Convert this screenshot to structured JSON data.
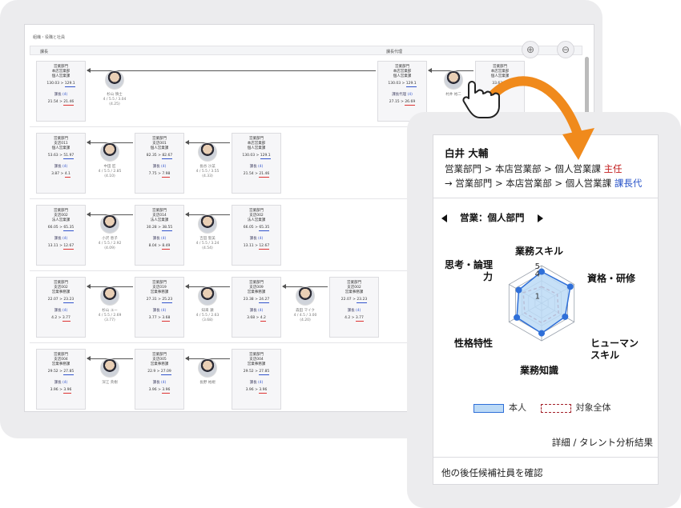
{
  "org_view": {
    "breadcrumb": "組織・役職と社員",
    "col_left": "課長",
    "col_right": "課長代理",
    "zoom_in_label": "拡大",
    "zoom_out_label": "縮小",
    "rows": [
      {
        "cards": [
          {
            "dept": "営業部門",
            "unit": "本店営業部",
            "team": "個人営業課",
            "from": "130.03",
            "to": "129.1",
            "role": "課長",
            "count": "(4)",
            "s1": "21.54",
            "s2": "21.46"
          },
          {
            "dept": "営業部門",
            "unit": "本店営業部",
            "team": "個人営業課",
            "from": "130.03",
            "to": "129.1",
            "role": "課長代理",
            "count": "(4)",
            "s1": "27.15",
            "s2": "26.69"
          },
          {
            "dept": "営業部門",
            "unit": "本店営業部",
            "team": "個人営業課",
            "from": "33.63",
            "to": "",
            "role": "",
            "count": "",
            "s1": "",
            "s2": ""
          }
        ],
        "people": [
          {
            "name": "杉山 慎士",
            "score": "4 / 5.5 / 3.04",
            "sub": "(4.25)"
          },
          {
            "name": "村井 裕二",
            "score": "",
            "sub": ""
          }
        ]
      },
      {
        "cards": [
          {
            "dept": "営業部門",
            "unit": "支店011",
            "team": "個人営業課",
            "from": "53.63",
            "to": "51.97",
            "role": "課長",
            "count": "(4)",
            "s1": "3.87",
            "s2": "4.1"
          },
          {
            "dept": "営業部門",
            "unit": "支店001",
            "team": "個人営業課",
            "from": "82.35",
            "to": "82.67",
            "role": "課長",
            "count": "(4)",
            "s1": "7.75",
            "s2": "7.98"
          },
          {
            "dept": "営業部門",
            "unit": "本店営業部",
            "team": "個人営業課",
            "from": "130.03",
            "to": "129.1",
            "role": "課長",
            "count": "(4)",
            "s1": "21.54",
            "s2": "21.46"
          }
        ],
        "people": [
          {
            "name": "中田 匠",
            "score": "4 / 5.5 / 2.85",
            "sub": "(4.10)"
          },
          {
            "name": "長谷 沙菜",
            "score": "4 / 5.5 / 3.55",
            "sub": "(4.33)"
          }
        ]
      },
      {
        "cards": [
          {
            "dept": "営業部門",
            "unit": "支店002",
            "team": "法人営業課",
            "from": "66.05",
            "to": "65.35",
            "role": "課長",
            "count": "(4)",
            "s1": "13.11",
            "s2": "12.67"
          },
          {
            "dept": "営業部門",
            "unit": "支店014",
            "team": "法人営業課",
            "from": "30.28",
            "to": "38.55",
            "role": "課長",
            "count": "(4)",
            "s1": "8.04",
            "s2": "8.49"
          },
          {
            "dept": "営業部門",
            "unit": "支店002",
            "team": "法人営業課",
            "from": "66.05",
            "to": "65.35",
            "role": "課長",
            "count": "(4)",
            "s1": "13.11",
            "s2": "12.67"
          }
        ],
        "people": [
          {
            "name": "小沢 恵子",
            "score": "4 / 5.5 / 2.92",
            "sub": "(4.09)"
          },
          {
            "name": "吉田 聖美",
            "score": "4 / 5.5 / 3.24",
            "sub": "(4.54)"
          }
        ]
      },
      {
        "cards": [
          {
            "dept": "営業部門",
            "unit": "支店002",
            "team": "営業事務課",
            "from": "22.07",
            "to": "23.23",
            "role": "課長",
            "count": "(4)",
            "s1": "4.2",
            "s2": "3.77"
          },
          {
            "dept": "営業部門",
            "unit": "支店019",
            "team": "営業事務課",
            "from": "27.31",
            "to": "25.23",
            "role": "課長",
            "count": "(4)",
            "s1": "3.77",
            "s2": "3.68"
          },
          {
            "dept": "営業部門",
            "unit": "支店009",
            "team": "営業事務課",
            "from": "23.38",
            "to": "24.27",
            "role": "課長",
            "count": "(4)",
            "s1": "3.68",
            "s2": "4.2"
          },
          {
            "dept": "営業部門",
            "unit": "支店002",
            "team": "営業事務課",
            "from": "22.07",
            "to": "23.23",
            "role": "課長",
            "count": "(4)",
            "s1": "4.2",
            "s2": "3.77"
          }
        ],
        "people": [
          {
            "name": "杉山 ユー",
            "score": "4 / 5.5 / 2.69",
            "sub": "(3.77)"
          },
          {
            "name": "知来 瀬",
            "score": "4 / 5.5 / 2.63",
            "sub": "(3.68)"
          },
          {
            "name": "森田 マイク",
            "score": "4 / 4.5 / 3.00",
            "sub": "(4.20)"
          }
        ]
      },
      {
        "cards": [
          {
            "dept": "営業部門",
            "unit": "支店004",
            "team": "営業事務課",
            "from": "29.52",
            "to": "27.85",
            "role": "課長",
            "count": "(4)",
            "s1": "3.96",
            "s2": "3.96"
          },
          {
            "dept": "営業部門",
            "unit": "支店005",
            "team": "営業事務課",
            "from": "22.9",
            "to": "27.09",
            "role": "課長",
            "count": "(4)",
            "s1": "3.96",
            "s2": "3.96"
          },
          {
            "dept": "営業部門",
            "unit": "支店004",
            "team": "営業事務課",
            "from": "29.52",
            "to": "27.85",
            "role": "課長",
            "count": "(4)",
            "s1": "3.96",
            "s2": "3.96"
          }
        ],
        "people": [
          {
            "name": "深江 英樹",
            "score": "",
            "sub": ""
          },
          {
            "name": "長野 裕規",
            "score": "",
            "sub": ""
          }
        ]
      }
    ]
  },
  "profile": {
    "name": "白井 大輔",
    "path_current_prefix": "営業部門 > 本店営業部 > 個人営業課 ",
    "path_current_title": "主任",
    "path_next_prefix": "→ 営業部門 > 本店営業部 > 個人営業課 ",
    "path_next_title": "課長代",
    "category": "営業：個人部門",
    "axes": [
      "業務スキル",
      "資格・研修",
      "ヒューマン\nスキル",
      "業務知識",
      "性格特性",
      "思考・論理\n力"
    ],
    "scale_labels": [
      "5",
      "4",
      "1"
    ],
    "legend_self": "本人",
    "legend_all": "対象全体",
    "detail_link": "詳細 / タレント分析結果",
    "other_candidates": "他の後任候補社員を確認"
  },
  "radar_data": {
    "max": 5,
    "self": [
      4.2,
      4.4,
      3.6,
      4.0,
      3.8,
      3.5
    ],
    "all": [
      2.2,
      2.4,
      2.6,
      2.6,
      2.6,
      2.8
    ]
  },
  "colors": {
    "accent_orange": "#f08a1c",
    "self_fill": "#bcdaf6",
    "self_line": "#2f6fd8",
    "all_line": "#a3202a",
    "title_red": "#c21d1d",
    "title_blue": "#2a55c9"
  }
}
